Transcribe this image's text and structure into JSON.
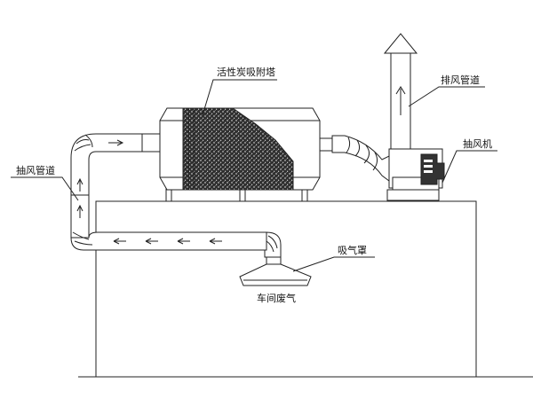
{
  "labels": {
    "activated_carbon_tower": "活性炭吸附塔",
    "exhaust_pipe": "排风管道",
    "exhaust_fan": "抽风机",
    "suction_pipe": "抽风管道",
    "suction_hood": "吸气罩",
    "workshop_exhaust_gas": "车间废气"
  },
  "colors": {
    "line": "#222222",
    "carbon_fill": "#2a2a2a",
    "background": "#ffffff"
  },
  "icons": {
    "flow_arrow": "arrow-icon",
    "exhaust_outlet": "up-arrow-icon"
  }
}
